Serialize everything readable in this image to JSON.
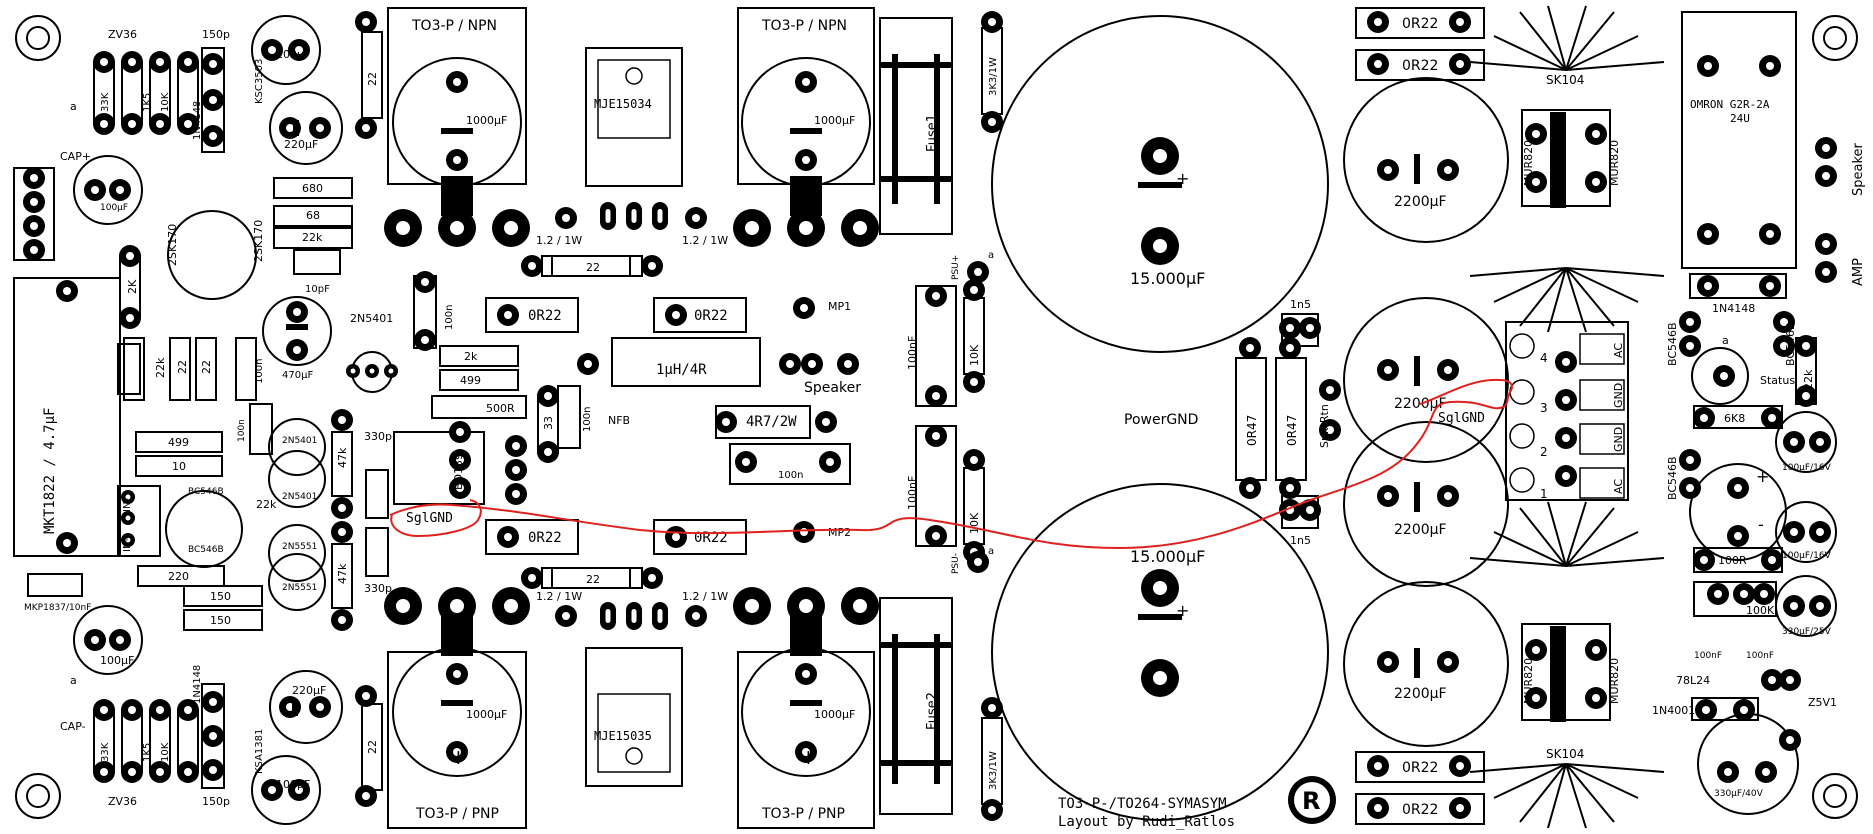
{
  "colors": {
    "ink": "#000000",
    "paper": "#ffffff",
    "annotation": "#e0201e"
  },
  "footer": {
    "title": "TO3-P-/TO264-SYMASYM",
    "author": "Layout by Rudi_Ratlos"
  },
  "logo_glyph": "R",
  "annotations": {
    "sgl_gnd_left": "SglGND",
    "sgl_gnd_right": "SglGND"
  },
  "labels": {
    "to3p_npn_left": "TO3-P / NPN",
    "to3p_npn_right": "TO3-P / NPN",
    "to3p_pnp_left": "TO3-P / PNP",
    "to3p_pnp_right": "TO3-P / PNP",
    "mje_top": "MJE15034",
    "mje_bottom": "MJE15035",
    "cap_1000_tl": "1000µF",
    "cap_1000_tr": "1000µF",
    "cap_1000_bl": "1000µF",
    "cap_1000_br": "1000µF",
    "pol_plus": "+",
    "pol_minus": "-",
    "fuse1": "Fuse1",
    "fuse2": "Fuse2",
    "r3k3_top": "3K3/1W",
    "r3k3_bottom": "3K3/1W",
    "psu_plus": "PSU+",
    "psu_minus": "PSU-",
    "pin_a": "a",
    "cap_15000_top": "15.000µF",
    "cap_15000_bottom": "15.000µF",
    "power_gnd": "PowerGND",
    "r0r47_a": "0R47",
    "r0r47_b": "0R47",
    "c1n5_top": "1n5",
    "c1n5_bottom": "1n5",
    "spkr_rtn": "SpkrRtn",
    "r0r22_top1": "0R22",
    "r0r22_top2": "0R22",
    "r0r22_bot1": "0R22",
    "r0r22_bot2": "0R22",
    "r0r22_mid_l1": "0R22",
    "r0r22_mid_r1": "0R22",
    "r0r22_mid_l2": "0R22",
    "r0r22_mid_r2": "0R22",
    "cap_2200": "2200µF",
    "sk104_top": "SK104",
    "sk104_bottom": "SK104",
    "mur820": "MUR820",
    "term_ac": "AC",
    "term_gnd": "GND",
    "term_n1": "1",
    "term_n2": "2",
    "term_n3": "3",
    "term_n4": "4",
    "relay_name": "OMRON G2R-2A",
    "relay_voltage": "24U",
    "speaker_out": "Speaker",
    "amp_out": "AMP",
    "d1n4148_right": "1N4148",
    "bc546b": "BC546B",
    "status": "Status",
    "r22k": "22k",
    "r6k8": "6K8",
    "cap_100_16": "100µF/16V",
    "r100r": "100R",
    "pot100k": "100K",
    "c100nf": "100nF",
    "reg7824": "78L24",
    "d1n4001": "1N4001",
    "z5v1": "Z5V1",
    "cap_330_25": "330µF/25V",
    "cap_330_40": "330µF/40V",
    "zv36": "ZV36",
    "cap_plus": "CAP+",
    "cap_minus": "CAP-",
    "r33k": "33K",
    "r1k5": "1K5",
    "r10k": "10K",
    "d1n4148": "1N4148",
    "c150p": "150p",
    "ksc3503": "KSC3503",
    "ksa1381": "KSA1381",
    "cap_100uf": "100µF",
    "cap_220uf": "220µF",
    "r22": "22",
    "r680": "680",
    "r68": "68",
    "r22k_small": "22k",
    "c10pf": "10pF",
    "jfet": "2SK170",
    "r2k": "2K",
    "mkt1822": "MKT1822 / 4.7µF",
    "mkp1837": "MKP1837/10nF",
    "c100n": "100n",
    "c100n_v": "100n",
    "r499": "499",
    "r10": "10",
    "r220": "220",
    "r150": "150",
    "bc546b_small": "BC546B",
    "in_plus": "IN+",
    "in_minus": "IN-",
    "cap_470": "470µF",
    "d2n5401": "2N5401",
    "q2n5401": "2N5401",
    "q2n5551": "2N5551",
    "r47k": "47k",
    "c330p": "330p",
    "bd139": "BD139",
    "r500r": "500R",
    "r33": "33",
    "r2k_small": "2k",
    "nfb": "NFB",
    "l1uh": "1µH/4R",
    "r4r7": "4R7/2W",
    "speaker_nfb": "Speaker",
    "mp1": "MP1",
    "mp2": "MP2",
    "r1w": "1.2 / 1W",
    "c100n_h": "100n",
    "r10k_v": "10K",
    "c100nf_v": "100nF"
  }
}
